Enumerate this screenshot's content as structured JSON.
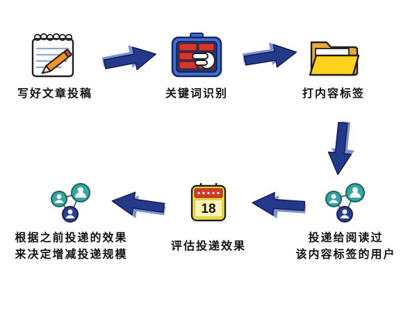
{
  "flow": {
    "steps": {
      "write": {
        "label": "写好文章投稿",
        "icon": "notepad-pencil"
      },
      "keyword": {
        "label": "关键词识别",
        "icon": "keypad-hand"
      },
      "tag": {
        "label": "打内容标签",
        "icon": "folder"
      },
      "deliver": {
        "label_line1": "投递给阅读过",
        "label_line2": "该内容标签的用户",
        "icon": "user-network"
      },
      "evaluate": {
        "label": "评估投递效果",
        "icon": "calendar"
      },
      "adjust": {
        "label_line1": "根据之前投递的效果",
        "label_line2": "来决定增减投递规模",
        "icon": "user-network"
      }
    },
    "calendar": {
      "day": "18"
    },
    "arrows": [
      {
        "from": "write",
        "to": "keyword",
        "direction": "right"
      },
      {
        "from": "keyword",
        "to": "tag",
        "direction": "right"
      },
      {
        "from": "tag",
        "to": "deliver",
        "direction": "down"
      },
      {
        "from": "deliver",
        "to": "evaluate",
        "direction": "left"
      },
      {
        "from": "evaluate",
        "to": "adjust",
        "direction": "left"
      }
    ],
    "colors": {
      "arrow_dark": "#24398a",
      "arrow_light": "#7b93d6",
      "folder_yellow": "#ffd21e",
      "folder_back": "#e8a93a",
      "node_teal": "#37a6a0",
      "node_navy": "#2b3f8f",
      "keypad_blue": "#3e6fd0",
      "keypad_red": "#d6382e",
      "calendar_red": "#d6382e",
      "calendar_yellow": "#f0e23c",
      "pencil_orange": "#f0932b",
      "text": "#111111"
    }
  }
}
